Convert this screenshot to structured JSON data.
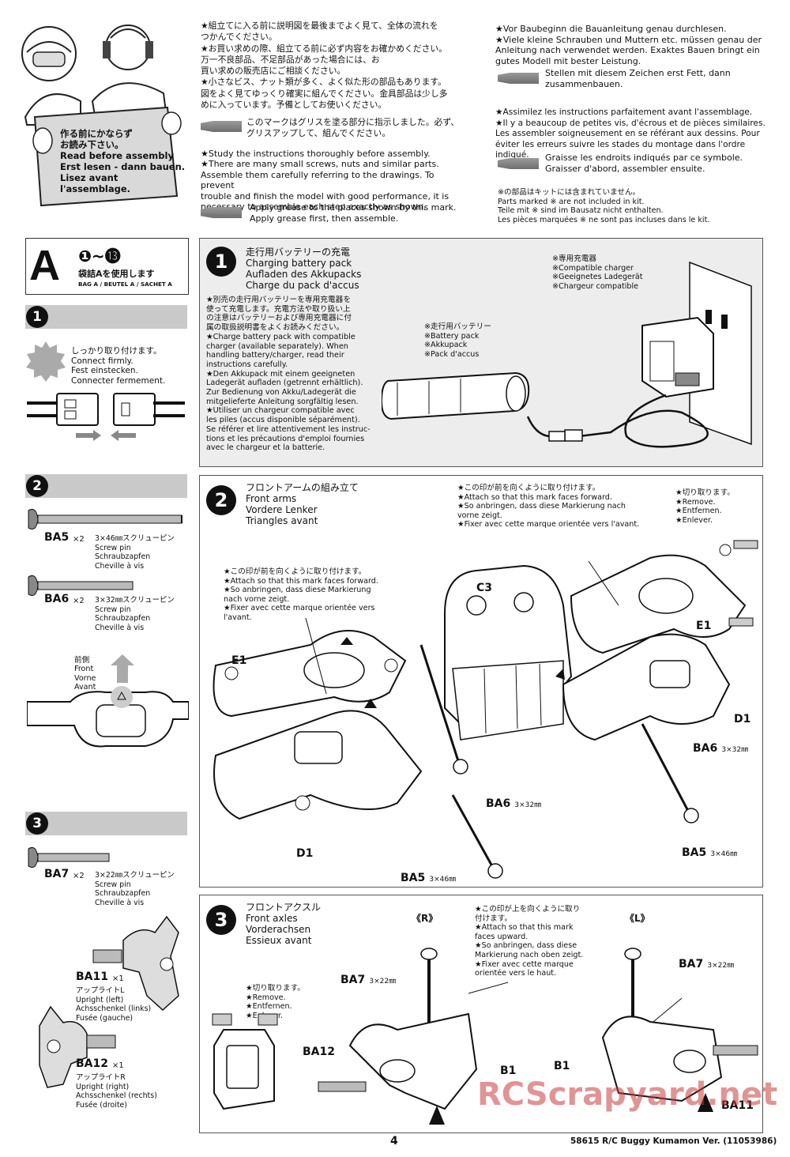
{
  "intro": {
    "read_before": "作る前にかならず\nお読み下さい。\nRead before assembly\nErst lesen - dann bauen.\nLisez avant l'assemblage.",
    "jp_notes": "★組立てに入る前に説明図を最後までよく見て、全体の流れを\nつかんでください。\n★お買い求めの際、組立てる前に必ず内容をお確かめください。\n万一不良部品、不足部品があった場合には、お\n買い求めの販売店にご相談ください。\n★小さなビス、ナット類が多く、よく似た形の部品もあります。\n図をよく見てゆっくり確実に組んでください。金具部品は少し多\nめに入っています。予備としてお使いください。",
    "jp_grease": "このマークはグリスを塗る部分に指示しました。必ず、\nグリスアップして、組んでください。",
    "en_notes": "★Study the instructions thoroughly before assembly.\n★There are many small screws, nuts and similar parts.\nAssemble them carefully referring to the drawings. To prevent\ntrouble and finish the model with good performance, it is\nnecessary to assemble each step exactly as shown.",
    "en_grease": "Apply grease to the places shown by this mark.\nApply grease first, then assemble.",
    "de_notes": "★Vor Baubeginn die Bauanleitung genau durchlesen.\n★Viele kleine Schrauben und Muttern etc. müssen genau der\nAnleitung nach verwendet werden. Exaktes Bauen bringt ein\ngutes Modell mit bester Leistung.",
    "de_grease": "Stellen mit diesem Zeichen erst Fett, dann\nzusammenbauen.",
    "fr_notes": "★Assimilez les instructions parfaitement avant l'assemblage.\n★Il y a beaucoup de petites vis, d'écrous et de pièces similaires.\nLes assembler soigneusement en se référant aux dessins. Pour\néviter les erreurs suivre les stades du montage dans l'ordre indiqué.",
    "fr_grease": "Graisse les endroits indiqués par ce symbole.\nGraisser d'abord, assembler ensuite.",
    "not_included": "※の部品はキットには含まれていません。\nParts marked ※ are not included in kit.\nTeile mit ※ sind im Bausatz nicht enthalten.\nLes pièces marquées ※ ne sont pas incluses dans le kit."
  },
  "bag": {
    "letter": "A",
    "steps_range": "❶~⓭",
    "jp": "袋詰Aを使用します",
    "multi": "BAG A / BEUTEL A / SACHET A"
  },
  "side": {
    "step1_num": "1",
    "connect": "しっかり取り付けます。\nConnect firmly.\nFest einstecken.\nConnecter fermement.",
    "step2_num": "2",
    "ba5_code": "BA5",
    "ba5_qty": "×2",
    "ba5_desc": "3×46㎜スクリューピン\nScrew pin\nSchraubzapfen\nCheville à vis",
    "ba6_code": "BA6",
    "ba6_qty": "×2",
    "ba6_desc": "3×32㎜スクリューピン\nScrew pin\nSchraubzapfen\nCheville à vis",
    "front": "前側\nFront\nVorne\nAvant",
    "step3_num": "3",
    "ba7_code": "BA7",
    "ba7_qty": "×2",
    "ba7_desc": "3×22㎜スクリューピン\nScrew pin\nSchraubzapfen\nCheville à vis",
    "ba11_code": "BA11",
    "ba11_qty": "×1",
    "ba11_desc": "アップライトL\nUpright (left)\nAchsschenkel (links)\nFusée (gauche)",
    "ba12_code": "BA12",
    "ba12_qty": "×1",
    "ba12_desc": "アップライトR\nUpright (right)\nAchsschenkel (rechts)\nFusée (droite)"
  },
  "step1": {
    "num": "1",
    "title": "走行用バッテリーの充電\nCharging battery pack\nAufladen des Akkupacks\nCharge du pack d'accus",
    "body": "★別売の走行用バッテリーを専用充電器を\n使って充電します。充電方法や取り扱い上\nの注意はバッテリーおよび専用充電器に付\n属の取扱説明書をよくお読みください。\n★Charge battery pack with compatible\ncharger (available separately). When\nhandling battery/charger, read their\ninstructions carefully.\n★Den Akkupack mit einem geeigneten\nLadegerät aufladen (getrennt erhältlich).\nZur Bedienung von Akku/Ladegerät die\nmitgelieferte Anleitung sorgfältig lesen.\n★Utiliser un chargeur compatible avec\nles piles (accus disponible séparément).\nSe référer et lire attentivement les instruc-\ntions et les précautions d'emploi fournies\navec le chargeur et la batterie.",
    "battery_label": "※走行用バッテリー\n※Battery pack\n※Akkupack\n※Pack d'accus",
    "charger_label": "※専用充電器\n※Compatible charger\n※Geeignetes Ladegerät\n※Chargeur compatible"
  },
  "step2": {
    "num": "2",
    "title": "フロントアームの組み立て\nFront arms\nVordere Lenker\nTriangles avant",
    "mark_note_top": "★この印が前を向くように取り付けます。\n★Attach so that this mark faces forward.\n★So anbringen, dass diese Markierung nach\nvorne zeigt.\n★Fixer avec cette marque orientée vers l'avant.",
    "mark_note_left": "★この印が前を向くように取り付けます。\n★Attach so that this mark faces forward.\n★So anbringen, dass diese Markierung\nnach vorne zeigt.\n★Fixer avec cette marque orientée vers\nl'avant.",
    "cut_note": "★切り取ります。\n★Remove.\n★Entfernen.\n★Enlever.",
    "c3": "C3",
    "e1_left": "E1",
    "e1_right": "E1",
    "d1_left": "D1",
    "d1_right": "D1",
    "ba6_center": "BA6",
    "ba6_center_size": "3×32㎜",
    "ba6_right": "BA6",
    "ba6_right_size": "3×32㎜",
    "ba5_center": "BA5",
    "ba5_center_size": "3×46㎜",
    "ba5_right": "BA5",
    "ba5_right_size": "3×46㎜"
  },
  "step3": {
    "num": "3",
    "title": "フロントアクスル\nFront axles\nVorderachsen\nEssieux avant",
    "cut_note": "★切り取ります。\n★Remove.\n★Entfernen.\n★Enlever.",
    "up_note": "★この印が上を向くように取り\n付けます。\n★Attach so that this mark\nfaces upward.\n★So anbringen, dass diese\nMarkierung nach oben zeigt.\n★Fixer avec cette marque\norientée vers le haut.",
    "right_mark": "《R》",
    "left_mark": "《L》",
    "ba7_r": "BA7",
    "ba7_r_size": "3×22㎜",
    "ba7_l": "BA7",
    "ba7_l_size": "3×22㎜",
    "ba12": "BA12",
    "ba11": "BA11",
    "b1_a": "B1",
    "b1_b": "B1"
  },
  "footer": {
    "page": "4",
    "code": "58615 R/C Buggy Kumamon Ver. (11053986)",
    "watermark": "RCScrapyard.net"
  }
}
